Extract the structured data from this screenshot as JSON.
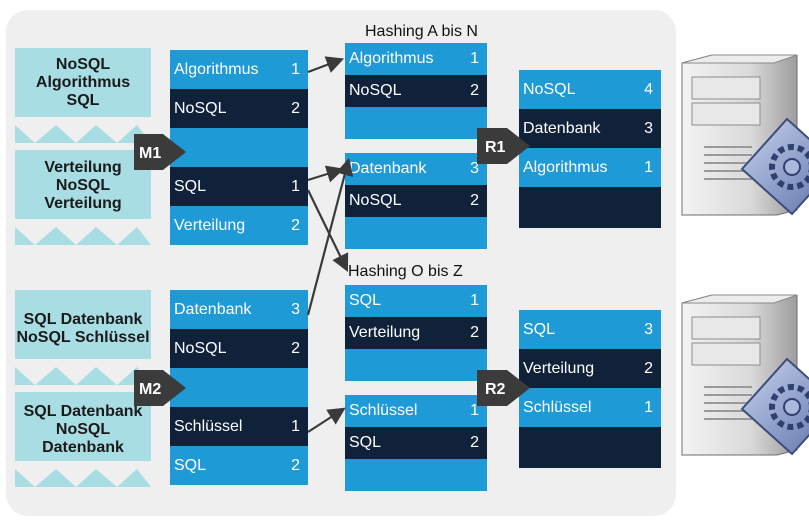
{
  "docs": [
    {
      "lines": [
        "NoSQL",
        "Algorithmus",
        "SQL"
      ]
    },
    {
      "lines": [
        "Verteilung",
        "NoSQL",
        "Verteilung"
      ]
    },
    {
      "lines": [
        "SQL Datenbank",
        "NoSQL Schlüssel"
      ]
    },
    {
      "lines": [
        "SQL Datenbank",
        "NoSQL",
        "Datenbank"
      ]
    }
  ],
  "mappers": [
    {
      "label": "M1",
      "rows": [
        {
          "word": "Algorithmus",
          "count": "1"
        },
        {
          "word": "NoSQL",
          "count": "2"
        },
        {
          "word": "",
          "count": ""
        },
        {
          "word": "SQL",
          "count": "1"
        },
        {
          "word": "Verteilung",
          "count": "2"
        }
      ]
    },
    {
      "label": "M2",
      "rows": [
        {
          "word": "Datenbank",
          "count": "3"
        },
        {
          "word": "NoSQL",
          "count": "2"
        },
        {
          "word": "",
          "count": ""
        },
        {
          "word": "Schlüssel",
          "count": "1"
        },
        {
          "word": "SQL",
          "count": "2"
        }
      ]
    }
  ],
  "hashing": {
    "a_n": "Hashing A bis N",
    "o_z": "Hashing O bis Z"
  },
  "shuffled": [
    {
      "rows": [
        {
          "word": "Algorithmus",
          "count": "1"
        },
        {
          "word": "NoSQL",
          "count": "2"
        },
        {
          "word": "",
          "count": ""
        }
      ]
    },
    {
      "rows": [
        {
          "word": "Datenbank",
          "count": "3"
        },
        {
          "word": "NoSQL",
          "count": "2"
        },
        {
          "word": "",
          "count": ""
        }
      ]
    },
    {
      "rows": [
        {
          "word": "SQL",
          "count": "1"
        },
        {
          "word": "Verteilung",
          "count": "2"
        },
        {
          "word": "",
          "count": ""
        }
      ]
    },
    {
      "rows": [
        {
          "word": "Schlüssel",
          "count": "1"
        },
        {
          "word": "SQL",
          "count": "2"
        },
        {
          "word": "",
          "count": ""
        }
      ]
    }
  ],
  "reducers": [
    {
      "label": "R1",
      "rows": [
        {
          "word": "NoSQL",
          "count": "4"
        },
        {
          "word": "Datenbank",
          "count": "3"
        },
        {
          "word": "Algorithmus",
          "count": "1"
        },
        {
          "word": "",
          "count": ""
        }
      ]
    },
    {
      "label": "R2",
      "rows": [
        {
          "word": "SQL",
          "count": "3"
        },
        {
          "word": "Verteilung",
          "count": "2"
        },
        {
          "word": "Schlüssel",
          "count": "1"
        },
        {
          "word": "",
          "count": ""
        }
      ]
    }
  ],
  "colors": {
    "light": "#1e9ad6",
    "dark": "#10213a",
    "doc": "#a9dde4",
    "arrow": "#3a3a3a"
  },
  "icons": [
    "server-icon",
    "gear-icon"
  ]
}
